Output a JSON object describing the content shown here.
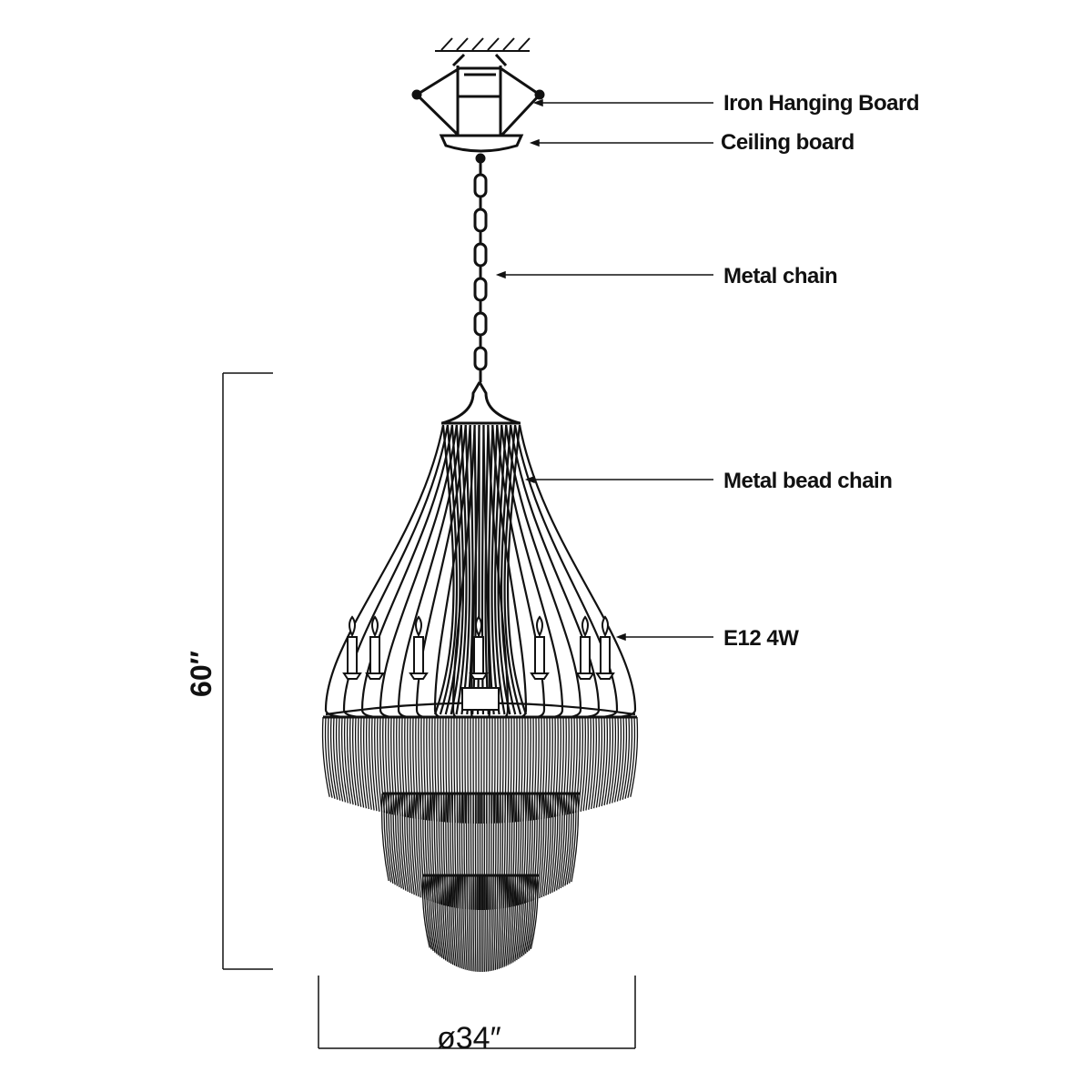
{
  "labels": {
    "iron_hanging_board": "Iron Hanging Board",
    "ceiling_board": "Ceiling board",
    "metal_chain": "Metal chain",
    "metal_bead_chain": "Metal bead chain",
    "bulb": "E12 4W"
  },
  "dimensions": {
    "height": "60″",
    "diameter": "ø34″"
  },
  "candle_count": 7,
  "colors": {
    "line": "#111111",
    "background": "#ffffff"
  }
}
